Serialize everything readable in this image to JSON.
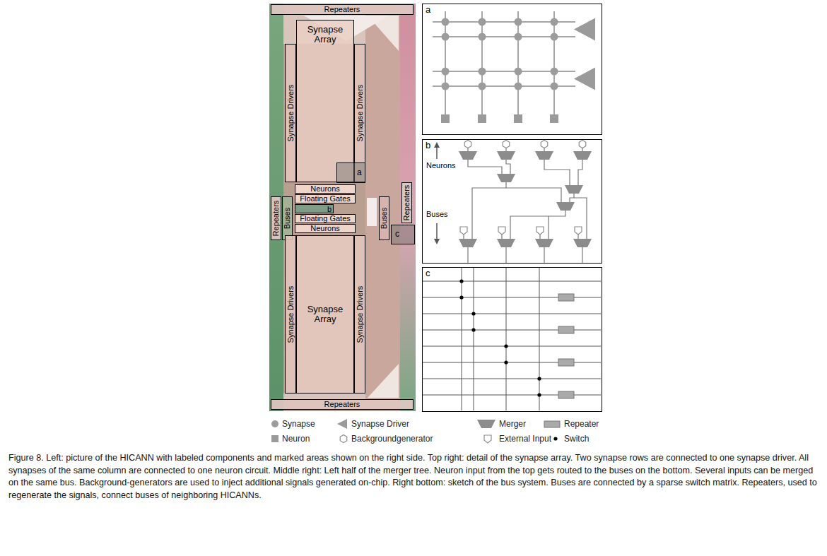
{
  "diagram": {
    "caption": "Figure 8. Left: picture of the HICANN with labeled components and marked areas shown on the right side. Top right: detail of the synapse array. Two synapse rows are connected to one synapse driver. All synapses of the same column are connected to one neuron circuit. Middle right: Left half of the merger tree. Neuron input from the top gets routed to the buses on the bottom. Several inputs can be merged on the same bus. Background-generators are used to inject additional signals generated on-chip. Right bottom: sketch of the bus system. Buses are connected by a sparse switch matrix. Repeaters, used to regenerate the signals, connect buses of neighboring HICANNs.",
    "nodes": [
      {
        "text": [
          "Repeaters"
        ]
      },
      {
        "text": [
          "Synapse Drivers"
        ]
      },
      {
        "text": [
          "Synapse Array"
        ]
      },
      {
        "text": [
          "Synapse Drivers"
        ]
      },
      {
        "text": [
          "a"
        ]
      },
      {
        "text": [
          "Repeaters"
        ]
      },
      {
        "text": [
          "Buses"
        ]
      },
      {
        "text": [
          "Neurons"
        ]
      },
      {
        "text": [
          "Floating Gates"
        ]
      },
      {
        "text": [
          "b"
        ]
      },
      {
        "text": [
          "Floating Gates"
        ]
      },
      {
        "text": [
          "Neurons"
        ]
      },
      {
        "text": [
          "Buses"
        ]
      },
      {
        "text": [
          "Repeaters"
        ]
      },
      {
        "text": [
          "c"
        ]
      },
      {
        "text": [
          "Synapse Drivers"
        ]
      },
      {
        "text": [
          "Synapse Array"
        ]
      },
      {
        "text": [
          "Synapse Drivers"
        ]
      },
      {
        "text": [
          "Repeaters"
        ]
      },
      {
        "text": [
          "a"
        ]
      },
      {
        "text": [
          "b",
          "Neurons",
          "Buses"
        ]
      },
      {
        "text": [
          "c"
        ]
      }
    ],
    "legend": [
      {
        "text": "Synapse"
      },
      {
        "text": "Synapse Driver"
      },
      {
        "text": "Merger"
      },
      {
        "text": "Repeater"
      },
      {
        "text": "Neuron"
      },
      {
        "text": "Backgroundgenerator"
      },
      {
        "text": "External Input"
      },
      {
        "text": "Switch"
      }
    ]
  }
}
